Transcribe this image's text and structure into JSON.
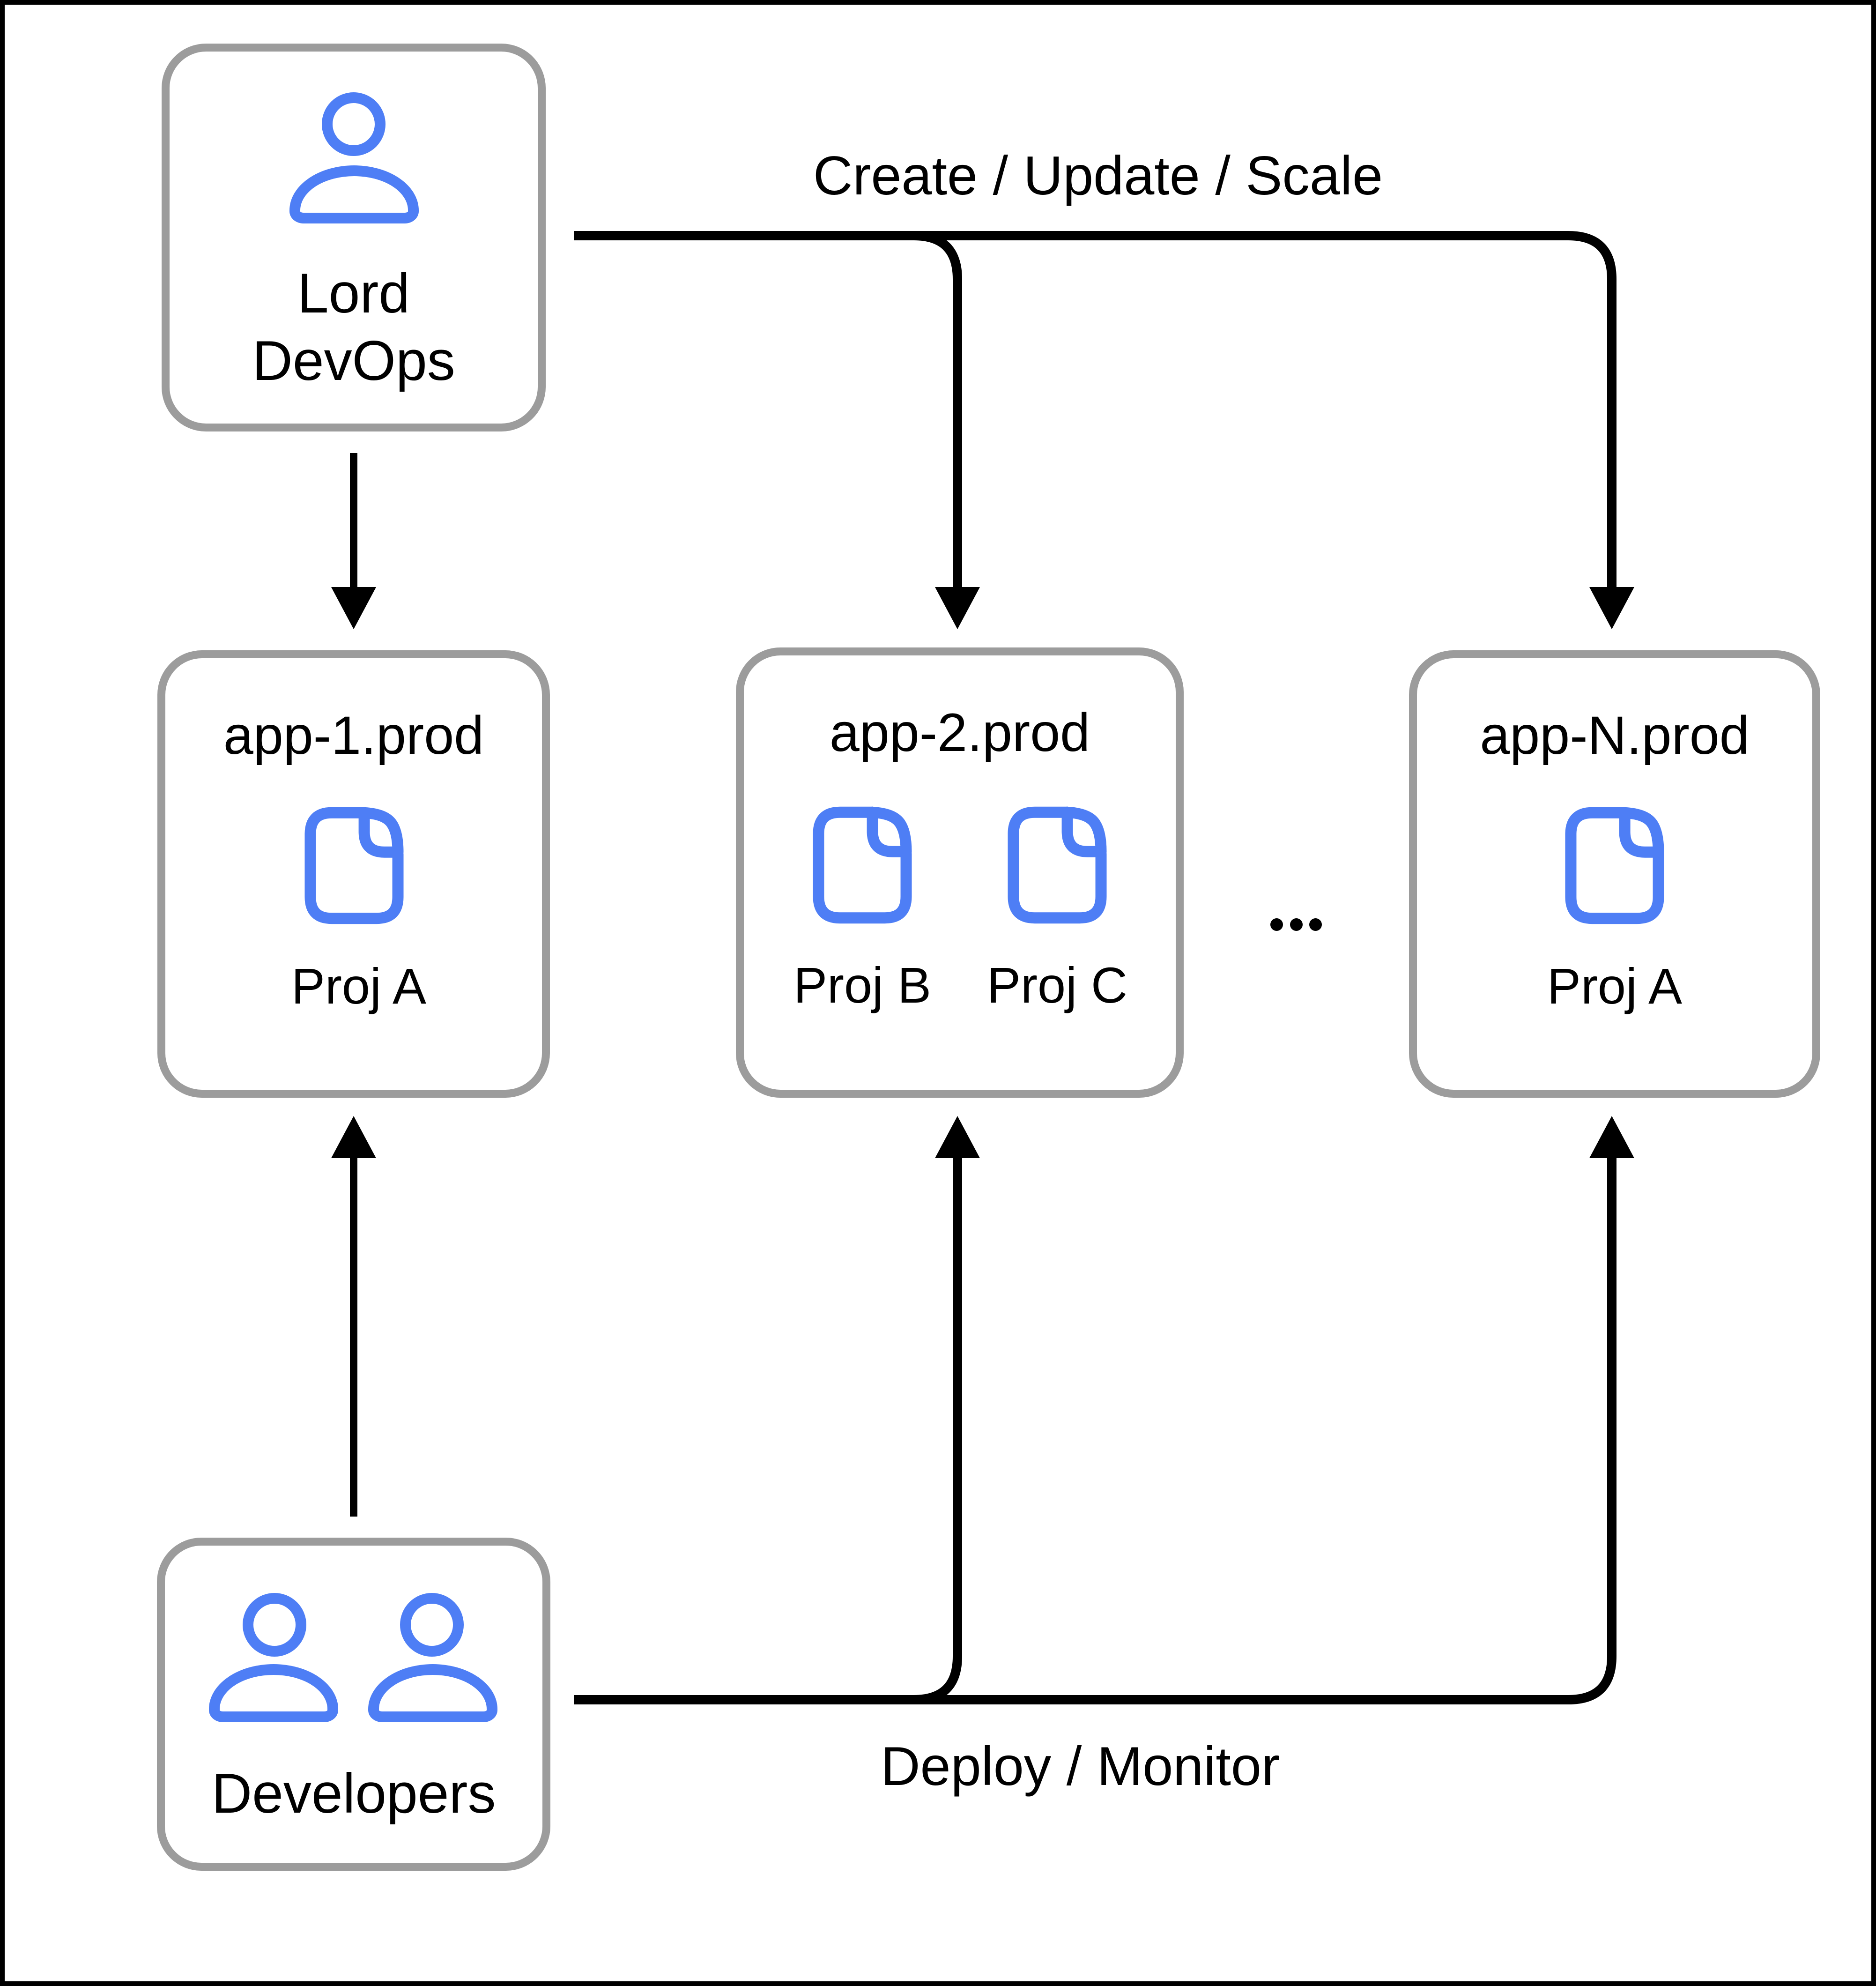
{
  "colors": {
    "accent_blue": "#4e7ef5",
    "node_border_gray": "#9c9c9c",
    "connector_black": "#000000",
    "background": "#ffffff"
  },
  "nodes": {
    "lord_devops": {
      "label_lines": [
        "Lord",
        "DevOps"
      ]
    },
    "developers": {
      "label": "Developers"
    },
    "apps": [
      {
        "title": "app-1.prod",
        "projects": [
          "Proj A"
        ]
      },
      {
        "title": "app-2.prod",
        "projects": [
          "Proj B",
          "Proj C"
        ]
      },
      {
        "title": "app-N.prod",
        "projects": [
          "Proj A"
        ]
      }
    ]
  },
  "labels": {
    "create_update_scale": "Create / Update / Scale",
    "deploy_monitor": "Deploy / Monitor",
    "ellipsis": "..."
  }
}
